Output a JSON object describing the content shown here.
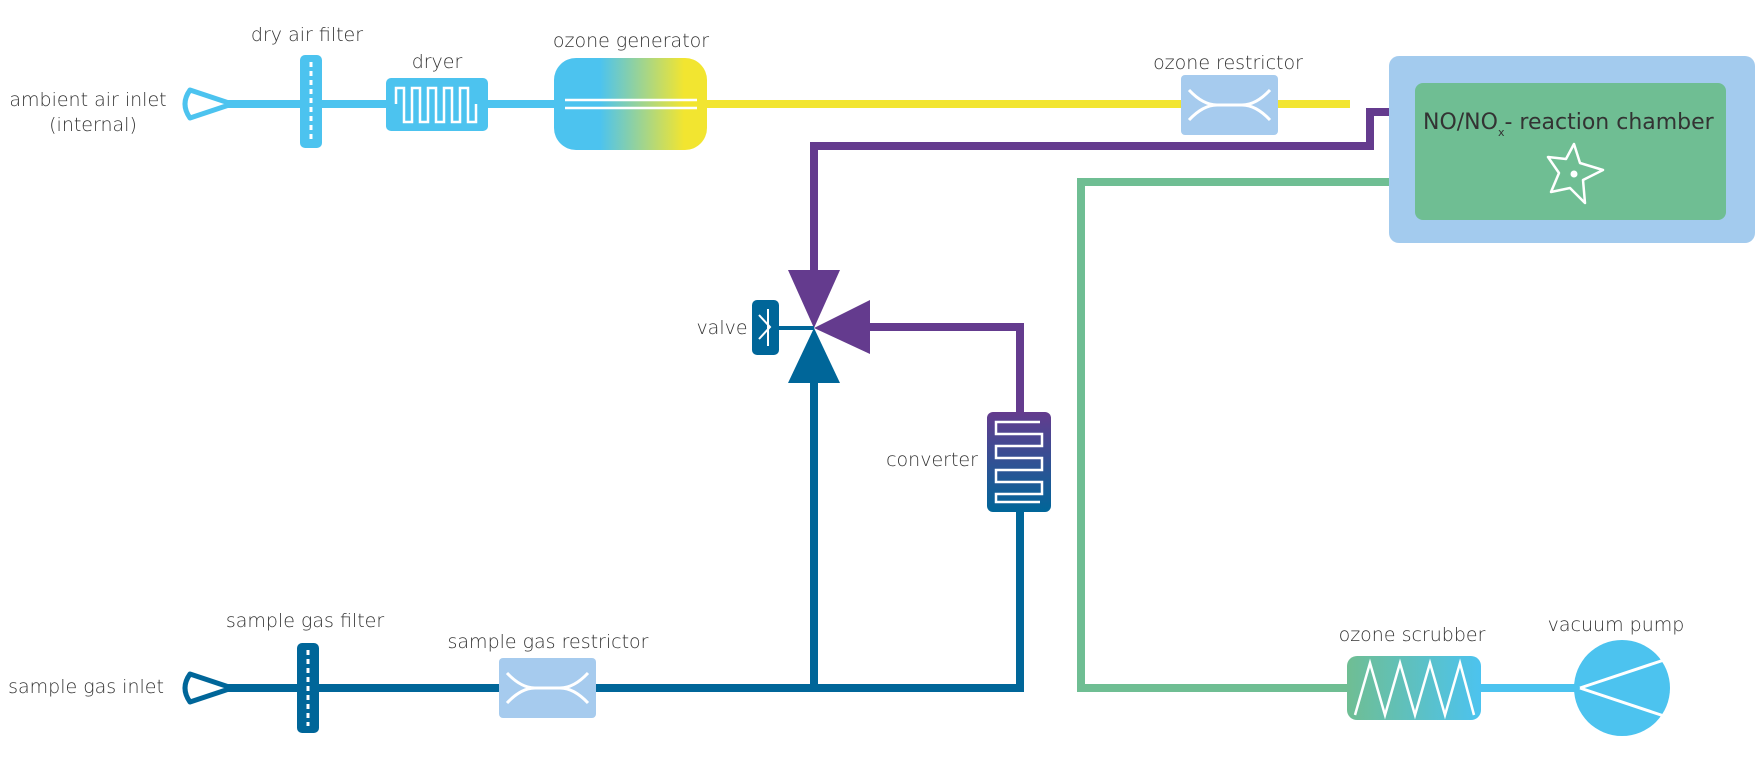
{
  "labels": {
    "ambient_air_inlet_line1": "ambient air inlet",
    "ambient_air_inlet_line2": "(internal)",
    "dry_air_filter": "dry air filter",
    "dryer": "dryer",
    "ozone_generator": "ozone generator",
    "ozone_restrictor": "ozone restrictor",
    "reaction_chamber_part1": "NO/NO",
    "reaction_chamber_sub": "x",
    "reaction_chamber_part2": "- reaction chamber",
    "valve": "valve",
    "converter": "converter",
    "sample_gas_inlet": "sample gas inlet",
    "sample_gas_filter": "sample gas filter",
    "sample_gas_restrictor": "sample gas restrictor",
    "ozone_scrubber": "ozone scrubber",
    "vacuum_pump": "vacuum pump"
  },
  "colors": {
    "light_blue": "#4cc3ef",
    "yellow": "#f2e530",
    "purple": "#643b8e",
    "dark_blue": "#006699",
    "green": "#6fbe93",
    "pale_blue": "#a6cbee",
    "chamber_outer": "#a3cbee",
    "text": "#333333"
  }
}
